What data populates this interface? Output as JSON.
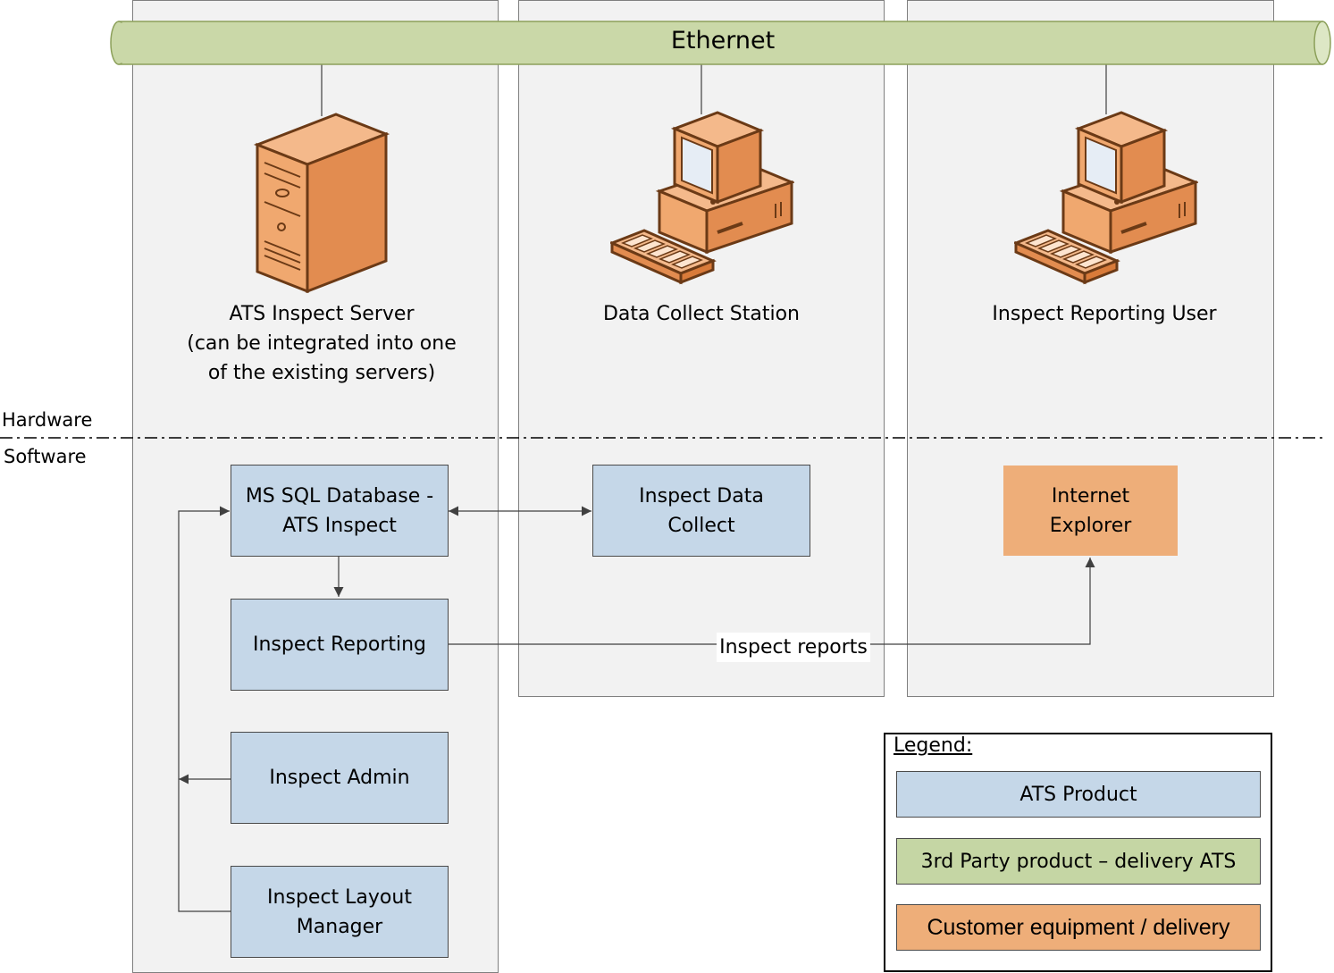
{
  "network": {
    "label": "Ethernet"
  },
  "sections": {
    "hardware": "Hardware",
    "software": "Software"
  },
  "nodes": {
    "server": {
      "label": "ATS Inspect Server\n(can be integrated into one\nof the existing servers)",
      "icon": "server-tower-icon"
    },
    "station": {
      "label": "Data Collect Station",
      "icon": "desktop-computer-icon"
    },
    "user": {
      "label": "Inspect Reporting User",
      "icon": "desktop-computer-icon"
    }
  },
  "software": {
    "db": "MS SQL Database -\nATS Inspect",
    "reporting": "Inspect Reporting",
    "admin": "Inspect Admin",
    "layout": "Inspect Layout\nManager",
    "datacollect": "Inspect Data\nCollect",
    "ie": "Internet\nExplorer"
  },
  "edges": {
    "reports": "Inspect reports"
  },
  "legend": {
    "title": "Legend:",
    "items": [
      {
        "label": "ATS Product",
        "color": "#c5d7e8"
      },
      {
        "label": "3rd Party product – delivery ATS",
        "color": "#c5d6a4"
      },
      {
        "label": "Customer equipment / delivery",
        "color": "#eeae79"
      }
    ]
  },
  "colors": {
    "ats": "#c5d7e8",
    "thirdparty": "#c5d6a4",
    "customer": "#eeae79",
    "column": "#f2f2f2",
    "pipe": "#cad8a8"
  }
}
